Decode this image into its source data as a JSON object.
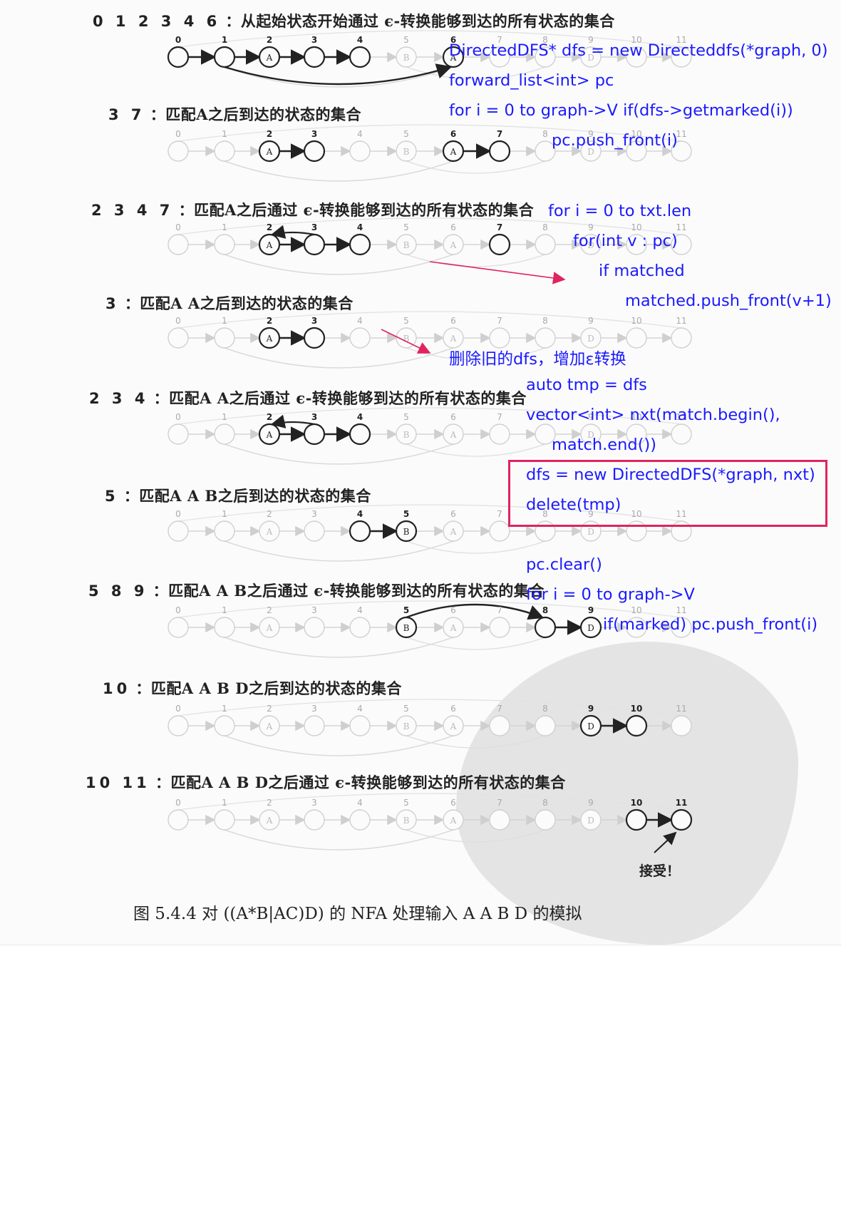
{
  "rows": [
    {
      "states": "0 1 2 3 4 6",
      "desc": "：从起始状态开始通过 ϵ-转换能够到达的所有状态的集合"
    },
    {
      "states": "3 7",
      "desc": "：匹配A之后到达的状态的集合"
    },
    {
      "states": "2 3 4 7",
      "desc": "：匹配A之后通过 ϵ-转换能够到达的所有状态的集合"
    },
    {
      "states": "3",
      "desc": "：匹配A A之后到达的状态的集合"
    },
    {
      "states": "2 3 4",
      "desc": "：匹配A A之后通过 ϵ-转换能够到达的所有状态的集合"
    },
    {
      "states": "5",
      "desc": "：匹配A A B之后到达的状态的集合"
    },
    {
      "states": "5 8 9",
      "desc": "：匹配A A B之后通过 ϵ-转换能够到达的所有状态的集合"
    },
    {
      "states": "10",
      "desc": "：匹配A A B D之后到达的状态的集合"
    },
    {
      "states": "10 11",
      "desc": "：匹配A A B D之后通过 ϵ-转换能够到达的所有状态的集合"
    }
  ],
  "nfa": {
    "state_numbers": [
      "0",
      "1",
      "2",
      "3",
      "4",
      "5",
      "6",
      "7",
      "8",
      "9",
      "10",
      "11"
    ],
    "symbols": {
      "2": "A",
      "5": "B",
      "6": "A",
      "9": "D"
    }
  },
  "code": {
    "line1": "DirectedDFS* dfs = new Directeddfs(*graph, 0)",
    "line2": "forward_list<int> pc",
    "line3": "for i = 0 to graph->V  if(dfs->getmarked(i))",
    "line4": "pc.push_front(i)",
    "line5": "for i = 0 to txt.len",
    "line6": "for(int v : pc)",
    "line7": "if matched",
    "line8": "matched.push_front(v+1)",
    "line9": "删除旧的dfs，增加ε转换",
    "line10": "auto tmp = dfs",
    "line11": "vector<int> nxt(match.begin(),",
    "line12": "match.end())",
    "line13": "dfs = new DirectedDFS(*graph, nxt)",
    "line14": "delete(tmp)",
    "line15": "pc.clear()",
    "line16": "for i = 0 to graph->V",
    "line17": "if(marked) pc.push_front(i)"
  },
  "accept_label": "接受！",
  "caption": "图 5.4.4   对 ((A*B|AC)D) 的 NFA 处理输入 A  A  B  D 的模拟",
  "colors": {
    "annotation": "#1a1aff",
    "highlight_box": "#e0245e",
    "arrow": "#e0245e"
  }
}
